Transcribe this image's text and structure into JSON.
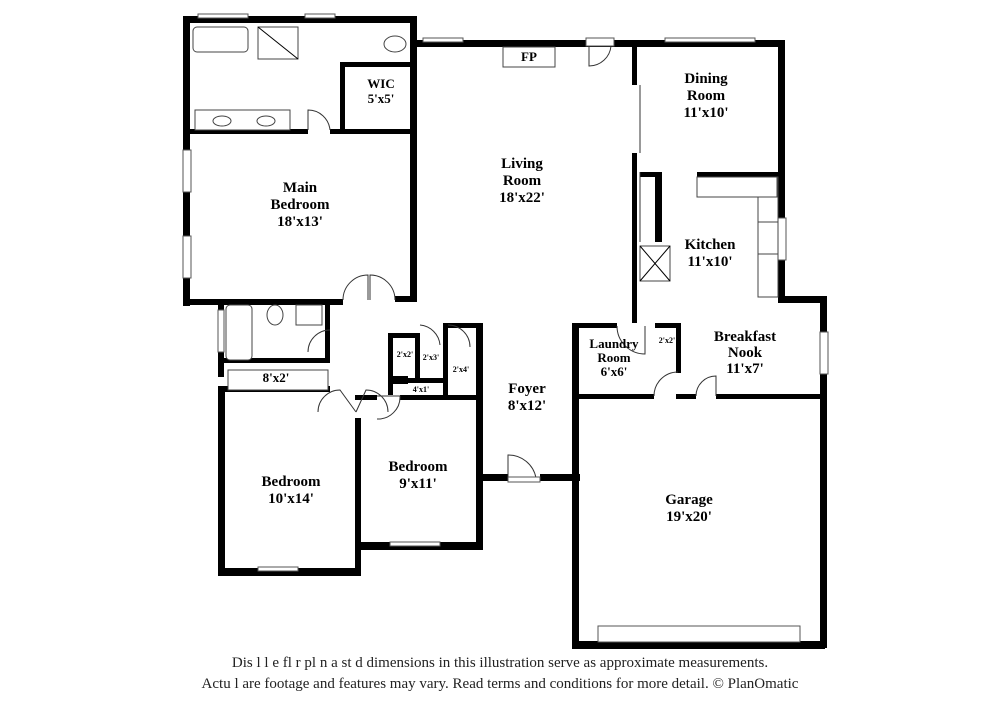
{
  "rooms": {
    "main_bedroom": {
      "name_1": "Main",
      "name_2": "Bedroom",
      "size": "18'x13'"
    },
    "wic": {
      "name": "WIC",
      "size": "5'x5'"
    },
    "living_room": {
      "name_1": "Living",
      "name_2": "Room",
      "size": "18'x22'"
    },
    "fireplace": {
      "name": "FP"
    },
    "dining_room": {
      "name_1": "Dining",
      "name_2": "Room",
      "size": "11'x10'"
    },
    "kitchen": {
      "name": "Kitchen",
      "size": "11'x10'"
    },
    "breakfast_nook": {
      "name_1": "Breakfast",
      "name_2": "Nook",
      "size": "11'x7'"
    },
    "laundry_room": {
      "name_1": "Laundry",
      "name_2": "Room",
      "size": "6'x6'"
    },
    "closet_laundry": {
      "size": "2'x2'"
    },
    "foyer": {
      "name": "Foyer",
      "size": "8'x12'"
    },
    "garage": {
      "name": "Garage",
      "size": "19'x20'"
    },
    "bedroom_1": {
      "name": "Bedroom",
      "size": "10'x14'"
    },
    "bedroom_2": {
      "name": "Bedroom",
      "size": "9'x11'"
    },
    "closet_8x2": {
      "size": "8'x2'"
    },
    "closet_2x2": {
      "size": "2'x2'"
    },
    "closet_2x3": {
      "size": "2'x3'"
    },
    "closet_2x4": {
      "size": "2'x4'"
    },
    "closet_4x1": {
      "size": "4'x1'"
    }
  },
  "disclaimer": {
    "line_1": "Dis     l         l   e fl      r pl   n     a      st  d dimensions in this illustration serve as approximate measurements.",
    "line_2": "Actu     l      are footage and features may vary. Read terms and conditions for more detail. © PlanOmatic"
  }
}
